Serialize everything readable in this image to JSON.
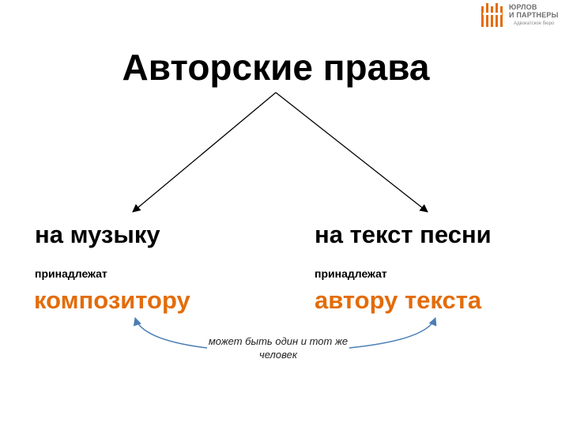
{
  "logo": {
    "line1": "ЮРЛОВ",
    "line2": "И ПАРТНЕРЫ",
    "line3": "Адвокатское бюро",
    "accent_color": "#e36c0a"
  },
  "title": "Авторские права",
  "left": {
    "heading": "на музыку",
    "sub": "принадлежат",
    "owner": "композитору"
  },
  "right": {
    "heading": "на текст песни",
    "sub": "принадлежат",
    "owner": "автору текста"
  },
  "note": "может быть один и тот же человек",
  "colors": {
    "accent": "#e36c0a",
    "connector": "#4a7db5",
    "text": "#000000"
  }
}
